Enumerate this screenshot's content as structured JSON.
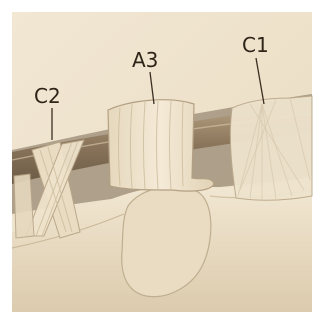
{
  "figure": {
    "labels": {
      "c2": "C2",
      "a3": "A3",
      "c1": "C1"
    },
    "colors": {
      "paper": "#efe4cf",
      "tendon": "#8f7b62",
      "pulley": "#eee2cb",
      "bone": "#ede1c9",
      "ink": "#3a2f22"
    }
  }
}
